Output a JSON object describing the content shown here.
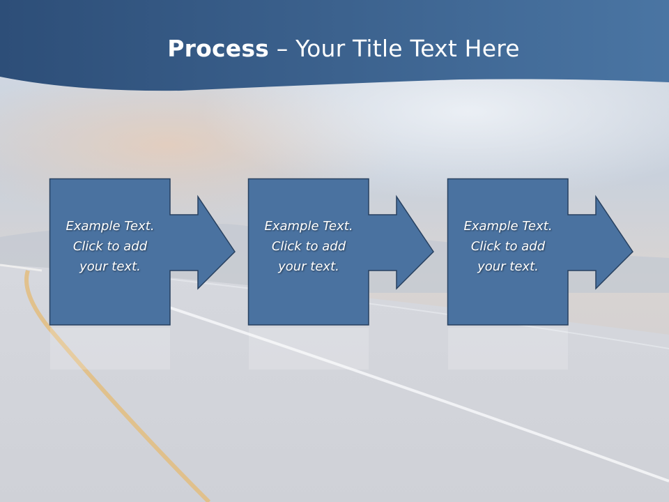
{
  "slide": {
    "title_bold": "Process",
    "title_rest": " – Your Title Text Here",
    "colors": {
      "header_blue": "#3a5f8a",
      "box_fill": "#4a72a0",
      "box_stroke": "#27405f",
      "text": "#ffffff"
    }
  },
  "steps": [
    {
      "line1": "Example Text.",
      "line2": "Click  to add",
      "line3": "your text."
    },
    {
      "line1": "Example Text.",
      "line2": "Click  to add",
      "line3": "your text."
    },
    {
      "line1": "Example Text.",
      "line2": "Click  to add",
      "line3": "your text."
    }
  ],
  "icons": [
    "arrow-right-icon"
  ]
}
